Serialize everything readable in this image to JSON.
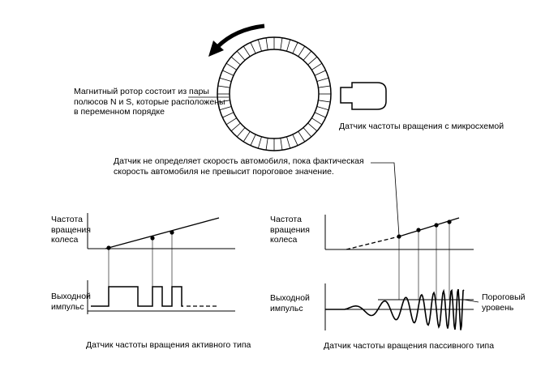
{
  "labels": {
    "rotor_note": "Магнитный ротор состоит из пары\nполюсов N и S, которые расположены\nв переменном порядке",
    "ic_sensor": "Датчик частоты вращения с микросхемой",
    "threshold_note": "Датчик не определяет скорость автомобиля, пока фактическая\nскорость автомобиля не превысит пороговое значение.",
    "wheel_speed_left": "Частота\nвращения\nколеса",
    "wheel_speed_right": "Частота\nвращения\nколеса",
    "output_pulse_left": "Выходной\nимпульс",
    "output_pulse_right": "Выходной\nимпульс",
    "threshold_level": "Пороговый\nуровень",
    "active_caption": "Датчик частоты вращения активного типа",
    "passive_caption": "Датчик частоты вращения пассивного типа"
  },
  "colors": {
    "line": "#000000",
    "background": "#ffffff"
  }
}
